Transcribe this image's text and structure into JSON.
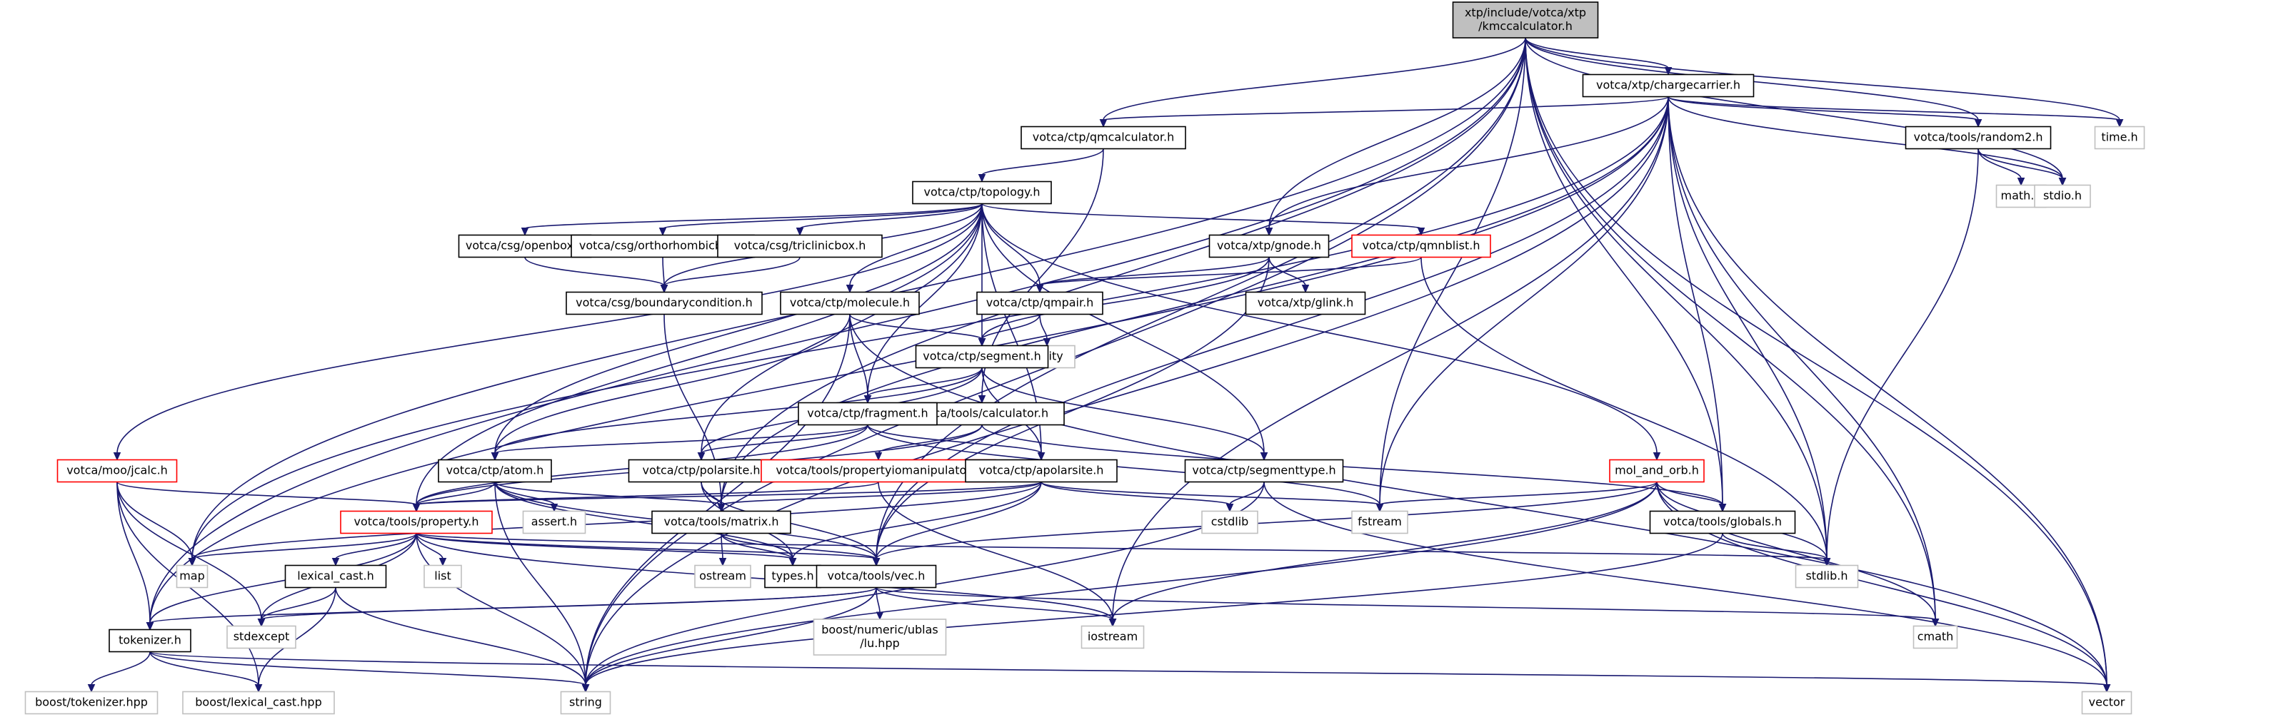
{
  "colors": {
    "edge": "#191970",
    "root_fill": "#bfbfbf",
    "root_border": "#000000",
    "header_border": "#000000",
    "incomplete_border": "#ff0000",
    "system_border": "#bfbfbf",
    "node_fill": "#ffffff"
  },
  "nodes": [
    {
      "id": "root",
      "lines": [
        "xtp/include/votca/xtp",
        "/kmccalculator.h"
      ],
      "kind": "root"
    },
    {
      "id": "chargecarrier",
      "lines": [
        "votca/xtp/chargecarrier.h"
      ],
      "kind": "header"
    },
    {
      "id": "qmcalculator",
      "lines": [
        "votca/ctp/qmcalculator.h"
      ],
      "kind": "header"
    },
    {
      "id": "random2",
      "lines": [
        "votca/tools/random2.h"
      ],
      "kind": "header"
    },
    {
      "id": "time",
      "lines": [
        "time.h"
      ],
      "kind": "system"
    },
    {
      "id": "mathh",
      "lines": [
        "math.h"
      ],
      "kind": "system"
    },
    {
      "id": "stdio",
      "lines": [
        "stdio.h"
      ],
      "kind": "system"
    },
    {
      "id": "topology",
      "lines": [
        "votca/ctp/topology.h"
      ],
      "kind": "header"
    },
    {
      "id": "openbox",
      "lines": [
        "votca/csg/openbox.h"
      ],
      "kind": "header"
    },
    {
      "id": "orthorhombicbox",
      "lines": [
        "votca/csg/orthorhombicbox.h"
      ],
      "kind": "header"
    },
    {
      "id": "triclinicbox",
      "lines": [
        "votca/csg/triclinicbox.h"
      ],
      "kind": "header"
    },
    {
      "id": "gnode",
      "lines": [
        "votca/xtp/gnode.h"
      ],
      "kind": "header"
    },
    {
      "id": "qmnblist",
      "lines": [
        "votca/ctp/qmnblist.h"
      ],
      "kind": "incomplete"
    },
    {
      "id": "boundarycondition",
      "lines": [
        "votca/csg/boundarycondition.h"
      ],
      "kind": "header"
    },
    {
      "id": "molecule",
      "lines": [
        "votca/ctp/molecule.h"
      ],
      "kind": "header"
    },
    {
      "id": "qmpair",
      "lines": [
        "votca/ctp/qmpair.h"
      ],
      "kind": "header"
    },
    {
      "id": "glink",
      "lines": [
        "votca/xtp/glink.h"
      ],
      "kind": "header"
    },
    {
      "id": "utility",
      "lines": [
        "utility"
      ],
      "kind": "system"
    },
    {
      "id": "segment",
      "lines": [
        "votca/ctp/segment.h"
      ],
      "kind": "header"
    },
    {
      "id": "calc",
      "lines": [
        "votca/moo/jcalc.h"
      ],
      "kind": "incomplete"
    },
    {
      "id": "calculator",
      "lines": [
        "votca/tools/calculator.h"
      ],
      "kind": "header"
    },
    {
      "id": "fragment",
      "lines": [
        "votca/ctp/fragment.h"
      ],
      "kind": "header"
    },
    {
      "id": "atom",
      "lines": [
        "votca/ctp/atom.h"
      ],
      "kind": "header"
    },
    {
      "id": "polarsite",
      "lines": [
        "votca/ctp/polarsite.h"
      ],
      "kind": "header"
    },
    {
      "id": "propmanip",
      "lines": [
        "votca/tools/propertyiomanipulator.h"
      ],
      "kind": "incomplete"
    },
    {
      "id": "apolarsite",
      "lines": [
        "votca/ctp/apolarsite.h"
      ],
      "kind": "header"
    },
    {
      "id": "segmenttype",
      "lines": [
        "votca/ctp/segmenttype.h"
      ],
      "kind": "header"
    },
    {
      "id": "mol_and_orb",
      "lines": [
        "mol_and_orb.h"
      ],
      "kind": "incomplete"
    },
    {
      "id": "property",
      "lines": [
        "votca/tools/property.h"
      ],
      "kind": "incomplete"
    },
    {
      "id": "asserth",
      "lines": [
        "assert.h"
      ],
      "kind": "system"
    },
    {
      "id": "matrix",
      "lines": [
        "votca/tools/matrix.h"
      ],
      "kind": "header"
    },
    {
      "id": "cstdlib",
      "lines": [
        "cstdlib"
      ],
      "kind": "system"
    },
    {
      "id": "fstream",
      "lines": [
        "fstream"
      ],
      "kind": "system"
    },
    {
      "id": "globals",
      "lines": [
        "votca/tools/globals.h"
      ],
      "kind": "header"
    },
    {
      "id": "map",
      "lines": [
        "map"
      ],
      "kind": "system"
    },
    {
      "id": "list",
      "lines": [
        "list"
      ],
      "kind": "system"
    },
    {
      "id": "types",
      "lines": [
        "types.h"
      ],
      "kind": "header"
    },
    {
      "id": "vec",
      "lines": [
        "votca/tools/vec.h"
      ],
      "kind": "header"
    },
    {
      "id": "stdlib",
      "lines": [
        "stdlib.h"
      ],
      "kind": "system"
    },
    {
      "id": "ostream",
      "lines": [
        "ostream"
      ],
      "kind": "system"
    },
    {
      "id": "lexical_cast",
      "lines": [
        "lexical_cast.h"
      ],
      "kind": "header"
    },
    {
      "id": "stdexcept",
      "lines": [
        "stdexcept"
      ],
      "kind": "system"
    },
    {
      "id": "iostream",
      "lines": [
        "iostream"
      ],
      "kind": "system"
    },
    {
      "id": "cmath",
      "lines": [
        "cmath"
      ],
      "kind": "system"
    },
    {
      "id": "ublas",
      "lines": [
        "boost/numeric/ublas",
        "/lu.hpp"
      ],
      "kind": "system"
    },
    {
      "id": "tokenizer",
      "lines": [
        "tokenizer.h"
      ],
      "kind": "header"
    },
    {
      "id": "boosttok",
      "lines": [
        "boost/tokenizer.hpp"
      ],
      "kind": "system"
    },
    {
      "id": "boostlex",
      "lines": [
        "boost/lexical_cast.hpp"
      ],
      "kind": "system"
    },
    {
      "id": "string",
      "lines": [
        "string"
      ],
      "kind": "system"
    },
    {
      "id": "vector",
      "lines": [
        "vector"
      ],
      "kind": "system"
    }
  ],
  "edges": [
    [
      "root",
      "chargecarrier"
    ],
    [
      "root",
      "qmcalculator"
    ],
    [
      "root",
      "random2"
    ],
    [
      "root",
      "time"
    ],
    [
      "root",
      "stdio"
    ],
    [
      "root",
      "gnode"
    ],
    [
      "root",
      "vec"
    ],
    [
      "root",
      "fstream"
    ],
    [
      "root",
      "globals"
    ],
    [
      "root",
      "stdlib"
    ],
    [
      "root",
      "cmath"
    ],
    [
      "root",
      "vector"
    ],
    [
      "root",
      "tokenizer"
    ],
    [
      "root",
      "map"
    ],
    [
      "root",
      "string"
    ],
    [
      "root",
      "matrix"
    ],
    [
      "chargecarrier",
      "qmcalculator"
    ],
    [
      "chargecarrier",
      "random2"
    ],
    [
      "chargecarrier",
      "time"
    ],
    [
      "chargecarrier",
      "stdio"
    ],
    [
      "chargecarrier",
      "gnode"
    ],
    [
      "chargecarrier",
      "vec"
    ],
    [
      "chargecarrier",
      "fstream"
    ],
    [
      "chargecarrier",
      "globals"
    ],
    [
      "chargecarrier",
      "stdlib"
    ],
    [
      "chargecarrier",
      "cmath"
    ],
    [
      "chargecarrier",
      "vector"
    ],
    [
      "chargecarrier",
      "iostream"
    ],
    [
      "chargecarrier",
      "tokenizer"
    ],
    [
      "chargecarrier",
      "map"
    ],
    [
      "chargecarrier",
      "matrix"
    ],
    [
      "chargecarrier",
      "string"
    ],
    [
      "random2",
      "mathh"
    ],
    [
      "random2",
      "stdio"
    ],
    [
      "random2",
      "stdlib"
    ],
    [
      "qmcalculator",
      "topology"
    ],
    [
      "qmcalculator",
      "calculator"
    ],
    [
      "topology",
      "openbox"
    ],
    [
      "topology",
      "orthorhombicbox"
    ],
    [
      "topology",
      "triclinicbox"
    ],
    [
      "topology",
      "boundarycondition"
    ],
    [
      "topology",
      "molecule"
    ],
    [
      "topology",
      "qmpair"
    ],
    [
      "topology",
      "segment"
    ],
    [
      "topology",
      "fragment"
    ],
    [
      "topology",
      "atom"
    ],
    [
      "topology",
      "polarsite"
    ],
    [
      "topology",
      "apolarsite"
    ],
    [
      "topology",
      "segmenttype"
    ],
    [
      "topology",
      "qmnblist"
    ],
    [
      "topology",
      "mol_and_orb"
    ],
    [
      "topology",
      "calc"
    ],
    [
      "topology",
      "property"
    ],
    [
      "openbox",
      "boundarycondition"
    ],
    [
      "orthorhombicbox",
      "boundarycondition"
    ],
    [
      "triclinicbox",
      "boundarycondition"
    ],
    [
      "boundarycondition",
      "matrix"
    ],
    [
      "gnode",
      "qmpair"
    ],
    [
      "gnode",
      "glink"
    ],
    [
      "gnode",
      "segment"
    ],
    [
      "gnode",
      "vec"
    ],
    [
      "qmnblist",
      "qmpair"
    ],
    [
      "qmnblist",
      "stdlib"
    ],
    [
      "qmpair",
      "utility"
    ],
    [
      "qmpair",
      "segment"
    ],
    [
      "molecule",
      "segment"
    ],
    [
      "molecule",
      "fragment"
    ],
    [
      "molecule",
      "atom"
    ],
    [
      "molecule",
      "vector"
    ],
    [
      "molecule",
      "string"
    ],
    [
      "segment",
      "fragment"
    ],
    [
      "segment",
      "atom"
    ],
    [
      "segment",
      "polarsite"
    ],
    [
      "segment",
      "apolarsite"
    ],
    [
      "segment",
      "segmenttype"
    ],
    [
      "fragment",
      "atom"
    ],
    [
      "fragment",
      "polarsite"
    ],
    [
      "fragment",
      "apolarsite"
    ],
    [
      "fragment",
      "fstream"
    ],
    [
      "fragment",
      "property"
    ],
    [
      "calculator",
      "propmanip"
    ],
    [
      "calculator",
      "property"
    ],
    [
      "calculator",
      "globals"
    ],
    [
      "propmanip",
      "property"
    ],
    [
      "propmanip",
      "iostream"
    ],
    [
      "atom",
      "property"
    ],
    [
      "atom",
      "matrix"
    ],
    [
      "atom",
      "vec"
    ],
    [
      "atom",
      "asserth"
    ],
    [
      "atom",
      "types"
    ],
    [
      "atom",
      "string"
    ],
    [
      "polarsite",
      "matrix"
    ],
    [
      "polarsite",
      "vec"
    ],
    [
      "polarsite",
      "types"
    ],
    [
      "apolarsite",
      "matrix"
    ],
    [
      "apolarsite",
      "vec"
    ],
    [
      "apolarsite",
      "types"
    ],
    [
      "apolarsite",
      "cstdlib"
    ],
    [
      "apolarsite",
      "fstream"
    ],
    [
      "apolarsite",
      "property"
    ],
    [
      "apolarsite",
      "map"
    ],
    [
      "segmenttype",
      "string"
    ],
    [
      "segmenttype",
      "cstdlib"
    ],
    [
      "segmenttype",
      "vector"
    ],
    [
      "mol_and_orb",
      "fstream"
    ],
    [
      "mol_and_orb",
      "globals"
    ],
    [
      "mol_and_orb",
      "stdlib"
    ],
    [
      "mol_and_orb",
      "vec"
    ],
    [
      "mol_and_orb",
      "iostream"
    ],
    [
      "mol_and_orb",
      "cmath"
    ],
    [
      "mol_and_orb",
      "vector"
    ],
    [
      "mol_and_orb",
      "string"
    ],
    [
      "calc",
      "property"
    ],
    [
      "calc",
      "map"
    ],
    [
      "calc",
      "tokenizer"
    ],
    [
      "calc",
      "stdexcept"
    ],
    [
      "calc",
      "boostlex"
    ],
    [
      "property",
      "map"
    ],
    [
      "property",
      "list"
    ],
    [
      "property",
      "lexical_cast"
    ],
    [
      "property",
      "types"
    ],
    [
      "property",
      "vec"
    ],
    [
      "property",
      "stdlib"
    ],
    [
      "property",
      "stdexcept"
    ],
    [
      "property",
      "iostream"
    ],
    [
      "property",
      "tokenizer"
    ],
    [
      "property",
      "string"
    ],
    [
      "matrix",
      "ostream"
    ],
    [
      "matrix",
      "types"
    ],
    [
      "matrix",
      "vec"
    ],
    [
      "vec",
      "iostream"
    ],
    [
      "vec",
      "cmath"
    ],
    [
      "vec",
      "ublas"
    ],
    [
      "vec",
      "string"
    ],
    [
      "vec",
      "stdexcept"
    ],
    [
      "vec",
      "tokenizer"
    ],
    [
      "lexical_cast",
      "stdexcept"
    ],
    [
      "lexical_cast",
      "boostlex"
    ],
    [
      "lexical_cast",
      "string"
    ],
    [
      "globals",
      "stdlib"
    ],
    [
      "globals",
      "string"
    ],
    [
      "tokenizer",
      "boosttok"
    ],
    [
      "tokenizer",
      "boostlex"
    ],
    [
      "tokenizer",
      "string"
    ],
    [
      "tokenizer",
      "vector"
    ]
  ]
}
